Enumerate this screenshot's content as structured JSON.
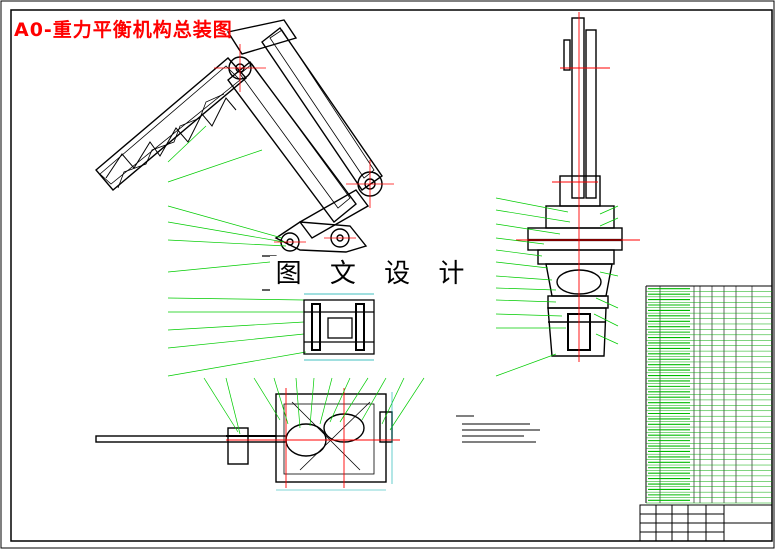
{
  "title": "A0-重力平衡机构总装图",
  "watermark": "图 文 设 计",
  "colors": {
    "title": "#ff0000",
    "outline": "#000000",
    "leader": "#00cc00",
    "centerline": "#ff0000",
    "dimension": "#00aaaa",
    "table_line": "#00aa00",
    "table_text": "#00bb00"
  },
  "parts_table_rows": 40
}
